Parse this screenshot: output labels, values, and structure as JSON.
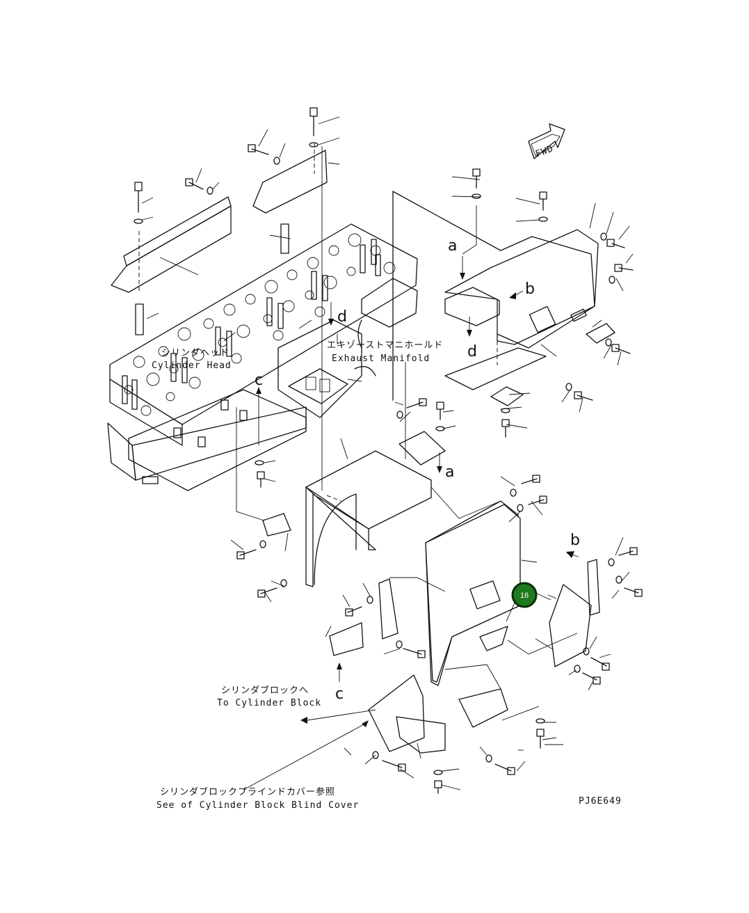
{
  "labels": {
    "cylinder_head_jp": "シリンダヘッド",
    "cylinder_head_en": "Cylinder Head",
    "exhaust_manifold_jp": "エキゾーストマニホールド",
    "exhaust_manifold_en": "Exhaust Manifold",
    "to_block_jp": "シリンダブロックへ",
    "to_block_en": "To Cylinder Block",
    "blind_cover_jp": "シリンダブロックブラインドカバー参照",
    "blind_cover_en": "See of Cylinder Block Blind Cover",
    "drawing_number": "PJ6E649",
    "fwd": "FWD"
  },
  "letters": {
    "a1": "a",
    "a2": "a",
    "b1": "b",
    "b2": "b",
    "c1": "c",
    "c2": "c",
    "d1": "d",
    "d2": "d"
  },
  "callout": {
    "number": "16",
    "color": "#1f7a1f"
  }
}
